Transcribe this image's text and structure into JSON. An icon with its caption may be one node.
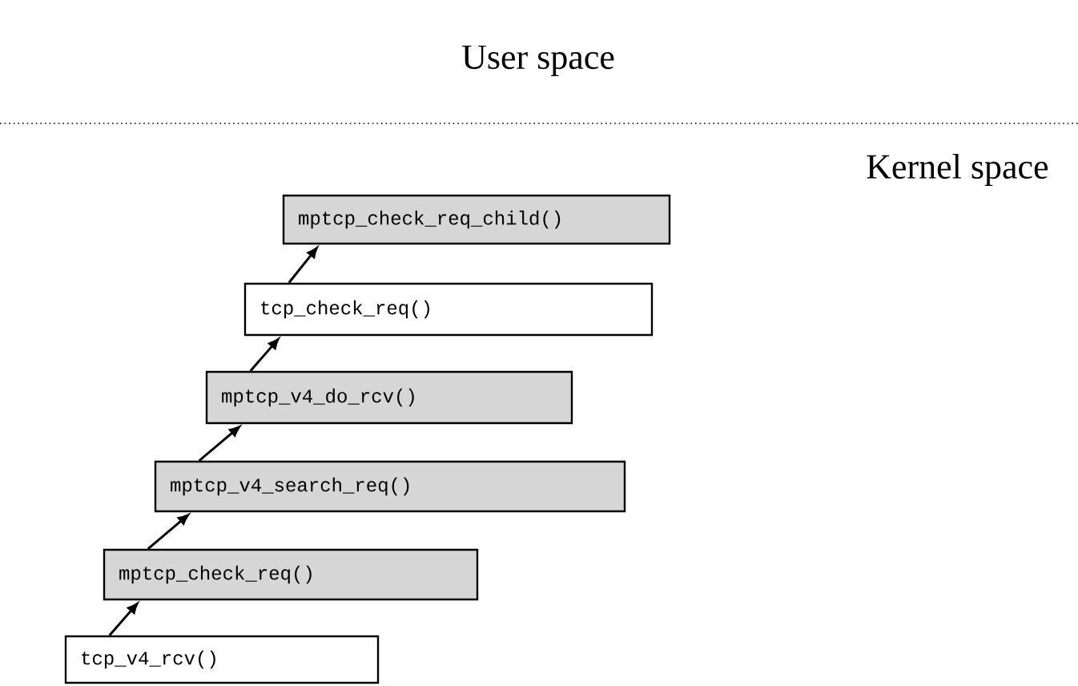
{
  "diagram": {
    "nodes": [
      {
        "text": [
          "mptcp_check_req_child()"
        ]
      },
      {
        "text": [
          "tcp_check_req()"
        ]
      },
      {
        "text": [
          "mptcp_v4_do_rcv()"
        ]
      },
      {
        "text": [
          "mptcp_v4_search_req()"
        ]
      },
      {
        "text": [
          "mptcp_check_req()"
        ]
      },
      {
        "text": [
          "tcp_v4_rcv()"
        ]
      }
    ],
    "edges": [
      {
        "from": 5,
        "to": 4,
        "arrow": "to"
      },
      {
        "from": 4,
        "to": 3,
        "arrow": "to"
      },
      {
        "from": 3,
        "to": 2,
        "arrow": "to"
      },
      {
        "from": 2,
        "to": 1,
        "arrow": "to"
      },
      {
        "from": 1,
        "to": 0,
        "arrow": "to"
      }
    ],
    "labels": [
      "User space",
      "Kernel space"
    ]
  }
}
